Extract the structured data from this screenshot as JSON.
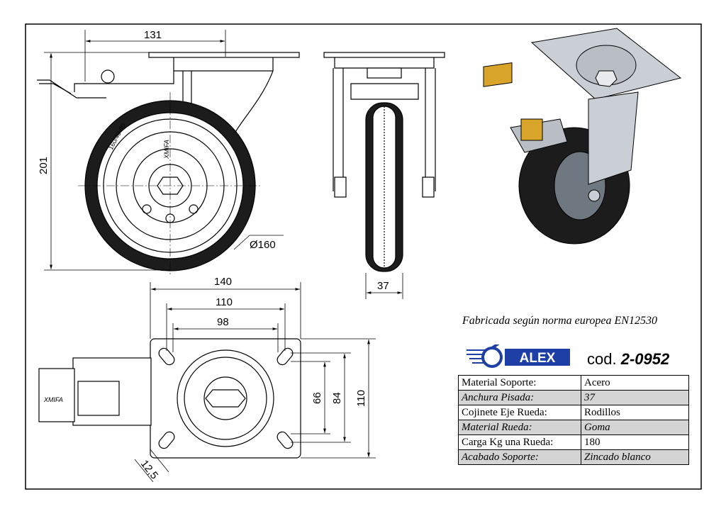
{
  "dimensions": {
    "width_total": "131",
    "height_total": "201",
    "wheel_diameter": "Ø160",
    "tread_width": "37",
    "plate_length": "140",
    "hole_span_outer": "110",
    "hole_span_inner": "98",
    "plate_height": "110",
    "hole_span_vertical_outer": "84",
    "hole_span_vertical_inner": "66",
    "slot_width": "12,5"
  },
  "labels": {
    "tire_marking": "160/40-80",
    "brand_stamp": "XMIFA"
  },
  "norm_note": "Fabricada según norma europea EN12530",
  "brand": {
    "logo_text": "ALEX",
    "code_prefix": "cod.",
    "code_value": "2-0952"
  },
  "specs": [
    {
      "label": "Material Soporte:",
      "value": "Acero"
    },
    {
      "label": "Anchura Pisada:",
      "value": "37"
    },
    {
      "label": "Cojinete Eje Rueda:",
      "value": "Rodillos"
    },
    {
      "label": "Material Rueda:",
      "value": "Goma"
    },
    {
      "label": "Carga Kg una Rueda:",
      "value": "180"
    },
    {
      "label": "Acabado Soporte:",
      "value": "Zincado blanco"
    }
  ],
  "colors": {
    "brake_pedal": "#d8a52a",
    "logo_blue": "#1d3fa6",
    "zinc": "#c9cfd4",
    "rubber": "#1c1c1c"
  }
}
